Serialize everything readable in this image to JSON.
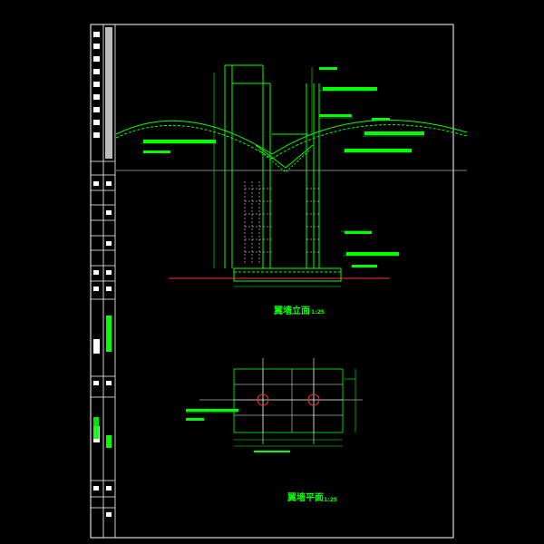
{
  "drawing": {
    "background": "#000000",
    "colors": {
      "frame": "#ffffff",
      "line": "#00ff00",
      "accent": "#ff3333",
      "dim": "#ffffff",
      "dashed_grid": "#ffffff",
      "title_text": "#00ff00"
    },
    "elevation_title": "翼墙立面",
    "elevation_scale": "1:25",
    "plan_title": "翼墙平面",
    "plan_scale": "1:25"
  }
}
